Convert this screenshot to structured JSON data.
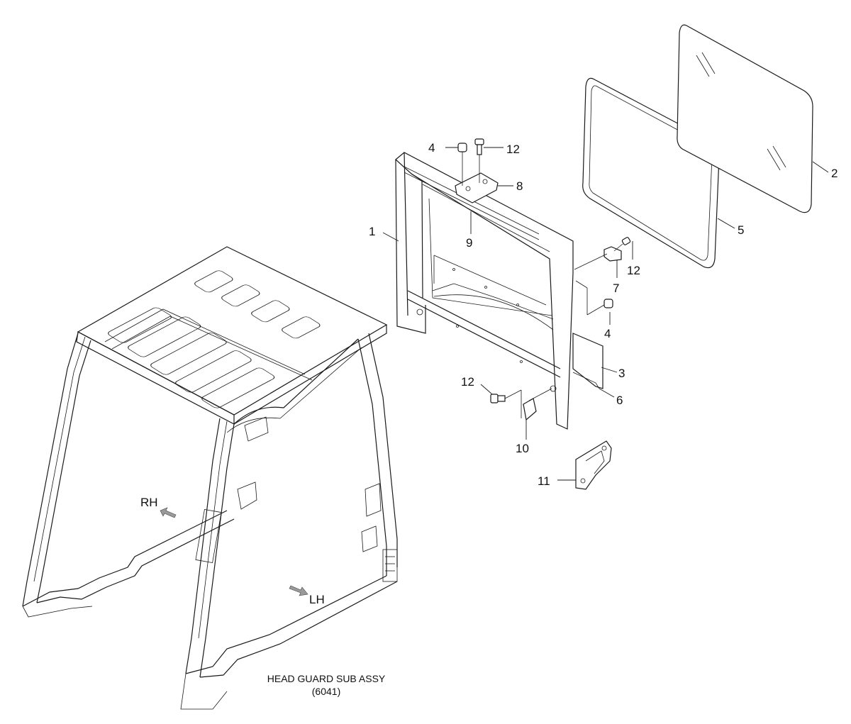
{
  "callouts": {
    "c1": "1",
    "c2": "2",
    "c3": "3",
    "c4a": "4",
    "c4b": "4",
    "c5": "5",
    "c6": "6",
    "c7": "7",
    "c8": "8",
    "c9": "9",
    "c10": "10",
    "c11": "11",
    "c12a": "12",
    "c12b": "12",
    "c12c": "12"
  },
  "directions": {
    "rh": "RH",
    "lh": "LH"
  },
  "caption": {
    "line1": "HEAD GUARD SUB ASSY",
    "line2": "(6041)"
  }
}
